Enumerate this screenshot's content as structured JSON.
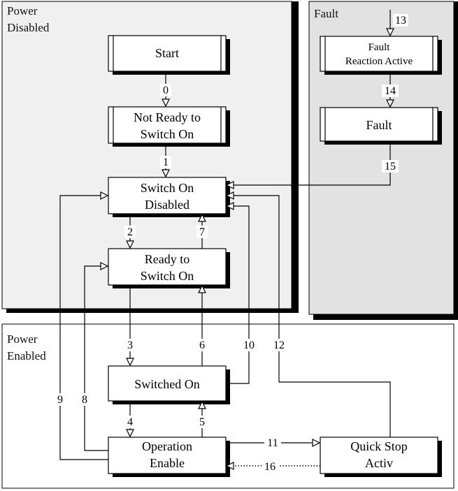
{
  "regions": {
    "power_disabled": "Power\nDisabled",
    "fault": "Fault",
    "power_enabled": "Power\nEnabled"
  },
  "states": {
    "start": "Start",
    "not_ready": "Not Ready to\nSwitch On",
    "switch_on_disabled": "Switch On\nDisabled",
    "ready": "Ready to\nSwitch On",
    "switched_on": "Switched On",
    "operation_enable": "Operation\nEnable",
    "quick_stop": "Quick Stop\nActiv",
    "fault_reaction": "Fault\nReaction Active",
    "fault": "Fault"
  },
  "transitions": {
    "t0": "0",
    "t1": "1",
    "t2": "2",
    "t3": "3",
    "t4": "4",
    "t5": "5",
    "t6": "6",
    "t7": "7",
    "t8": "8",
    "t9": "9",
    "t10": "10",
    "t11": "11",
    "t12": "12",
    "t13": "13",
    "t14": "14",
    "t15": "15",
    "t16": "16"
  }
}
